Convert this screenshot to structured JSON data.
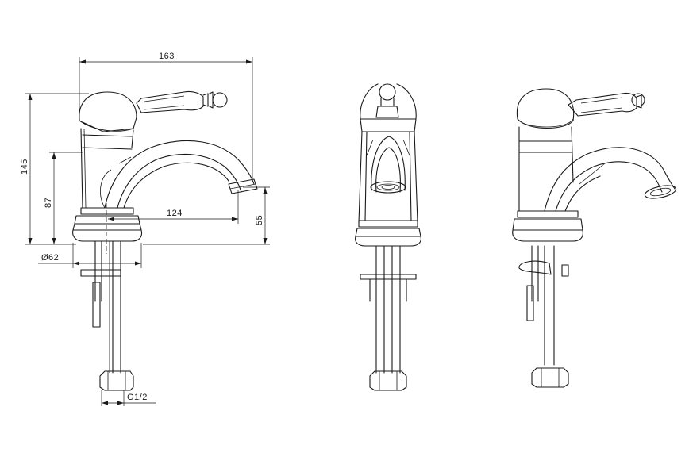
{
  "dimensions": {
    "overall_length": "163",
    "overall_height": "145",
    "spout_height": "87",
    "spout_reach": "124",
    "outlet_height": "55",
    "base_diameter": "Ø62",
    "thread": "G1/2"
  },
  "views": [
    "side-view",
    "front-view",
    "perspective-view"
  ],
  "colors": {
    "line": "#1a1a1a",
    "background": "#ffffff"
  }
}
